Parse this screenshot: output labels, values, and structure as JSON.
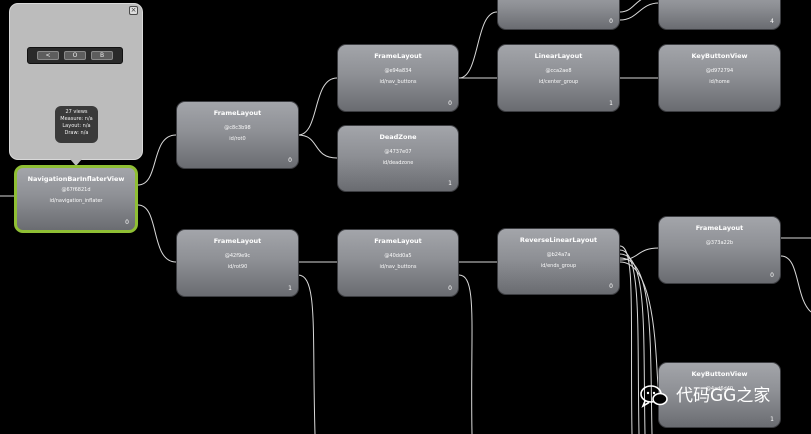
{
  "preview": {
    "close_glyph": "×",
    "nav_buttons": [
      "<",
      "O",
      "B"
    ],
    "stats": {
      "views": "27 views",
      "measure": "Measure: n/a",
      "layout": "Layout: n/a",
      "draw": "Draw: n/a"
    }
  },
  "nodes": {
    "top_left_partial": {
      "index": "0"
    },
    "top_right_partial": {
      "index": "4"
    },
    "nav_inflater": {
      "cls": "NavigationBarInflaterView",
      "hash": "@67f6821d",
      "vid": "id/navigation_inflater",
      "index": "0"
    },
    "fl_rot0": {
      "cls": "FrameLayout",
      "hash": "@c8c3b98",
      "vid": "id/rot0",
      "index": "0"
    },
    "fl_nav_buttons_1": {
      "cls": "FrameLayout",
      "hash": "@e94a834",
      "vid": "id/nav_buttons",
      "index": "0"
    },
    "ll_center_group": {
      "cls": "LinearLayout",
      "hash": "@cca2ae8",
      "vid": "id/center_group",
      "index": "1"
    },
    "kbv_home": {
      "cls": "KeyButtonView",
      "hash": "@d972794",
      "vid": "id/home",
      "index": ""
    },
    "dead_zone": {
      "cls": "DeadZone",
      "hash": "@4737e07",
      "vid": "id/deadzone",
      "index": "1"
    },
    "fl_rot90": {
      "cls": "FrameLayout",
      "hash": "@42f9e9c",
      "vid": "id/rot90",
      "index": "1"
    },
    "fl_nav_buttons_2": {
      "cls": "FrameLayout",
      "hash": "@40dd0a5",
      "vid": "id/nav_buttons",
      "index": "0"
    },
    "rll_ends_group": {
      "cls": "ReverseLinearLayout",
      "hash": "@b24a7a",
      "vid": "id/ends_group",
      "index": "0"
    },
    "fl_right": {
      "cls": "FrameLayout",
      "hash": "@373a22b",
      "vid": "",
      "index": "0"
    },
    "kbv_bottom": {
      "cls": "KeyButtonView",
      "hash": "@4ad6d40",
      "vid": "",
      "index": "1"
    }
  },
  "watermark": {
    "icon": "wechat-icon",
    "text": "代码GG之家"
  },
  "colors": {
    "background": "#000000",
    "selected_border": "#8fbf34",
    "node_top": "#a3a5aa",
    "node_bottom": "#6a6c71",
    "wire": "#d9d9d9"
  }
}
